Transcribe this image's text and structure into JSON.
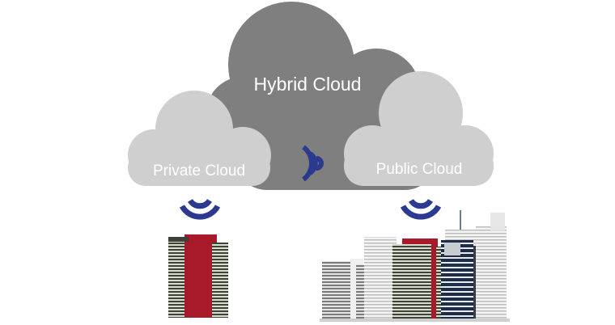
{
  "clouds": {
    "hybrid": {
      "label": "Hybrid Cloud",
      "color": "#7f7f7f"
    },
    "private": {
      "label": "Private Cloud",
      "color": "#cfcfcf"
    },
    "public": {
      "label": "Public Cloud",
      "color": "#cfcfcf"
    }
  },
  "colors": {
    "signal": "#2b3a8e",
    "building_red": "#a8192a",
    "building_dark": "#3c4238",
    "building_navy": "#1e2d47"
  }
}
